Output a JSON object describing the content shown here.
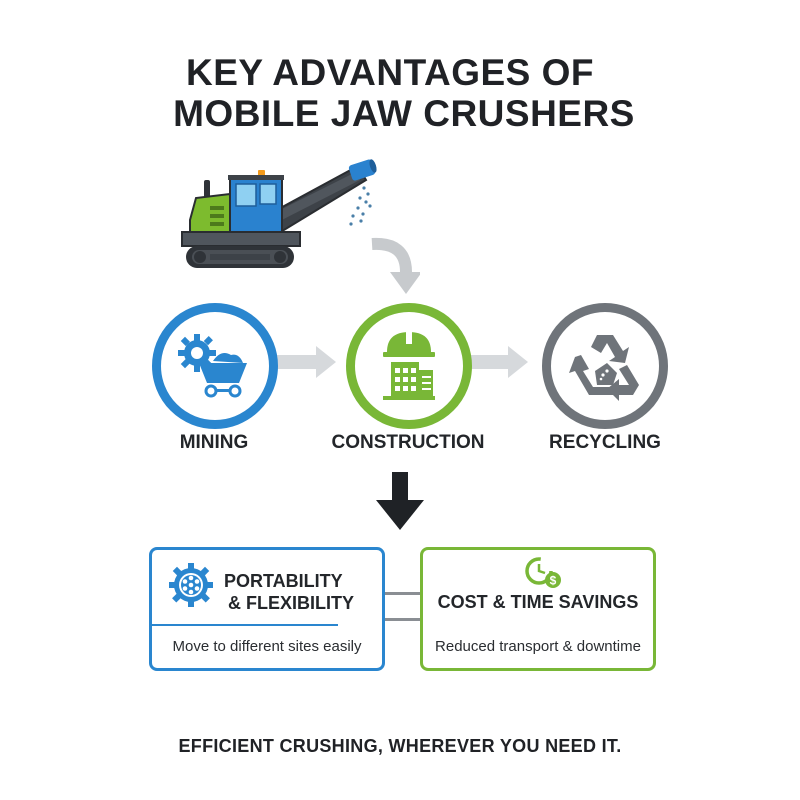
{
  "title": {
    "line1": "KEY ADVANTAGES OF",
    "line2": "MOBILE JAW CRUSHERS"
  },
  "hero": {
    "icon": "mobile-jaw-crusher-illustration",
    "colors": {
      "body_green": "#7dbb2e",
      "cab_blue": "#2a82cf",
      "frame": "#3d4248",
      "beacon": "#f29a1c"
    }
  },
  "applications": [
    {
      "label": "MINING",
      "icon": "gear-mine-cart-icon",
      "color": "#2a86cf"
    },
    {
      "label": "CONSTRUCTION",
      "icon": "hardhat-building-icon",
      "color": "#79b737"
    },
    {
      "label": "RECYCLING",
      "icon": "recycle-icon",
      "color": "#6f747a"
    }
  ],
  "advantages": [
    {
      "title_line1": "PORTABILITY",
      "title_line2": "& FLEXIBILITY",
      "description": "Move to different sites easily",
      "icon": "gear-wheel-icon",
      "color": "#2a86cf"
    },
    {
      "title": "COST & TIME SAVINGS",
      "description": "Reduced transport & downtime",
      "icon": "clock-dollar-icon",
      "color": "#79b737"
    }
  ],
  "footer": {
    "tagline": "EFFICIENT CRUSHING, WHEREVER YOU NEED IT."
  }
}
